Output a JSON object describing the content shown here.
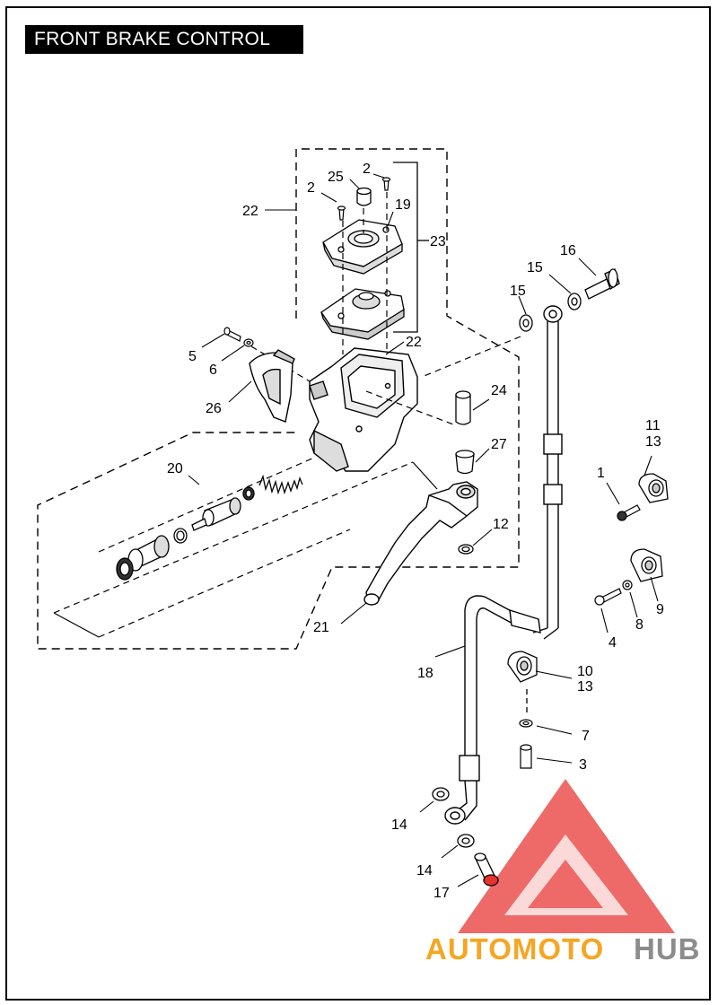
{
  "title": "FRONT BRAKE CONTROL",
  "callouts": {
    "c1": "1",
    "c2a": "2",
    "c2b": "2",
    "c3": "3",
    "c4": "4",
    "c5": "5",
    "c6": "6",
    "c7": "7",
    "c8": "8",
    "c9": "9",
    "c10": "10",
    "c11": "11",
    "c12": "12",
    "c13a": "13",
    "c13b": "13",
    "c14a": "14",
    "c14b": "14",
    "c15a": "15",
    "c15b": "15",
    "c16": "16",
    "c17": "17",
    "c18": "18",
    "c19": "19",
    "c20": "20",
    "c21": "21",
    "c22a": "22",
    "c22b": "22",
    "c23": "23",
    "c24": "24",
    "c25": "25",
    "c26": "26",
    "c27": "27"
  },
  "watermark": {
    "part1": "AUTOMOTO",
    "part2": "HUB",
    "color_red": "#e8322f",
    "color_orange": "#f5a623",
    "color_gray": "#8c8c8c"
  }
}
